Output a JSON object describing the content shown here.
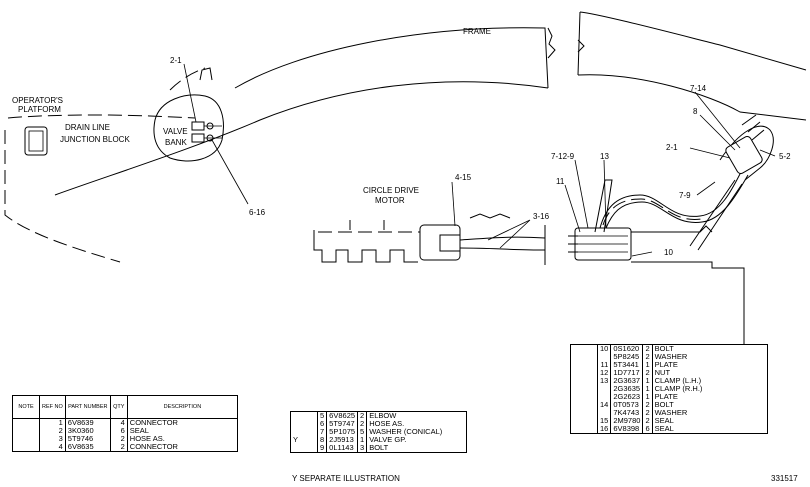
{
  "labels": {
    "frame": "FRAME",
    "operators_platform_1": "OPERATOR'S",
    "operators_platform_2": "PLATFORM",
    "drain_line_1": "DRAIN LINE",
    "drain_line_2": "JUNCTION BLOCK",
    "valve_bank_1": "VALVE",
    "valve_bank_2": "BANK",
    "circle_drive_1": "CIRCLE DRIVE",
    "circle_drive_2": "MOTOR",
    "c_2_1_left": "2-1",
    "c_6_16": "6-16",
    "c_4_15": "4-15",
    "c_3_16": "3-16",
    "c_7_14": "7-14",
    "c_8": "8",
    "c_2_1_right": "2-1",
    "c_5_2": "5-2",
    "c_7_12_9": "7-12-9",
    "c_13": "13",
    "c_11": "11",
    "c_7_9": "7-9",
    "c_10": "10"
  },
  "table1": {
    "headers": [
      "NOTE",
      "REF NO",
      "PART NUMBER",
      "QTY",
      "DESCRIPTION"
    ],
    "rows": [
      {
        "note": "",
        "ref": "1",
        "part": "6V8639",
        "qty": "4",
        "desc": "CONNECTOR"
      },
      {
        "note": "",
        "ref": "2",
        "part": "3K0360",
        "qty": "6",
        "desc": "SEAL"
      },
      {
        "note": "",
        "ref": "3",
        "part": "5T9746",
        "qty": "2",
        "desc": "HOSE AS."
      },
      {
        "note": "",
        "ref": "4",
        "part": "6V8635",
        "qty": "2",
        "desc": "CONNECTOR"
      }
    ]
  },
  "table2": {
    "rows": [
      {
        "note": "",
        "ref": "5",
        "part": "6V8625",
        "qty": "2",
        "desc": "ELBOW"
      },
      {
        "note": "",
        "ref": "6",
        "part": "5T9747",
        "qty": "2",
        "desc": "HOSE AS."
      },
      {
        "note": "",
        "ref": "7",
        "part": "5P1075",
        "qty": "5",
        "desc": "WASHER (CONICAL)"
      },
      {
        "note": "Y",
        "ref": "8",
        "part": "2J5913",
        "qty": "1",
        "desc": "VALVE GP."
      },
      {
        "note": "",
        "ref": "9",
        "part": "0L1143",
        "qty": "3",
        "desc": "BOLT"
      }
    ],
    "footnote": "Y  SEPARATE ILLUSTRATION"
  },
  "table3": {
    "rows": [
      {
        "note": "",
        "ref": "10",
        "part": "0S1620",
        "qty": "2",
        "desc": "BOLT"
      },
      {
        "note": "",
        "ref": "",
        "part": "5P8245",
        "qty": "2",
        "desc": "WASHER"
      },
      {
        "note": "",
        "ref": "11",
        "part": "5T3441",
        "qty": "1",
        "desc": "PLATE"
      },
      {
        "note": "",
        "ref": "12",
        "part": "1D7717",
        "qty": "2",
        "desc": "NUT"
      },
      {
        "note": "",
        "ref": "13",
        "part": "2G3637",
        "qty": "1",
        "desc": "CLAMP (L.H.)"
      },
      {
        "note": "",
        "ref": "",
        "part": "2G3635",
        "qty": "1",
        "desc": "CLAMP (R.H.)"
      },
      {
        "note": "",
        "ref": "",
        "part": "2G2623",
        "qty": "1",
        "desc": "PLATE"
      },
      {
        "note": "",
        "ref": "14",
        "part": "0T0573",
        "qty": "2",
        "desc": "BOLT"
      },
      {
        "note": "",
        "ref": "",
        "part": "7K4743",
        "qty": "2",
        "desc": "WASHER"
      },
      {
        "note": "",
        "ref": "15",
        "part": "2M9780",
        "qty": "2",
        "desc": "SEAL"
      },
      {
        "note": "",
        "ref": "16",
        "part": "6V8398",
        "qty": "6",
        "desc": "SEAL"
      }
    ]
  },
  "figure_number": "331517"
}
